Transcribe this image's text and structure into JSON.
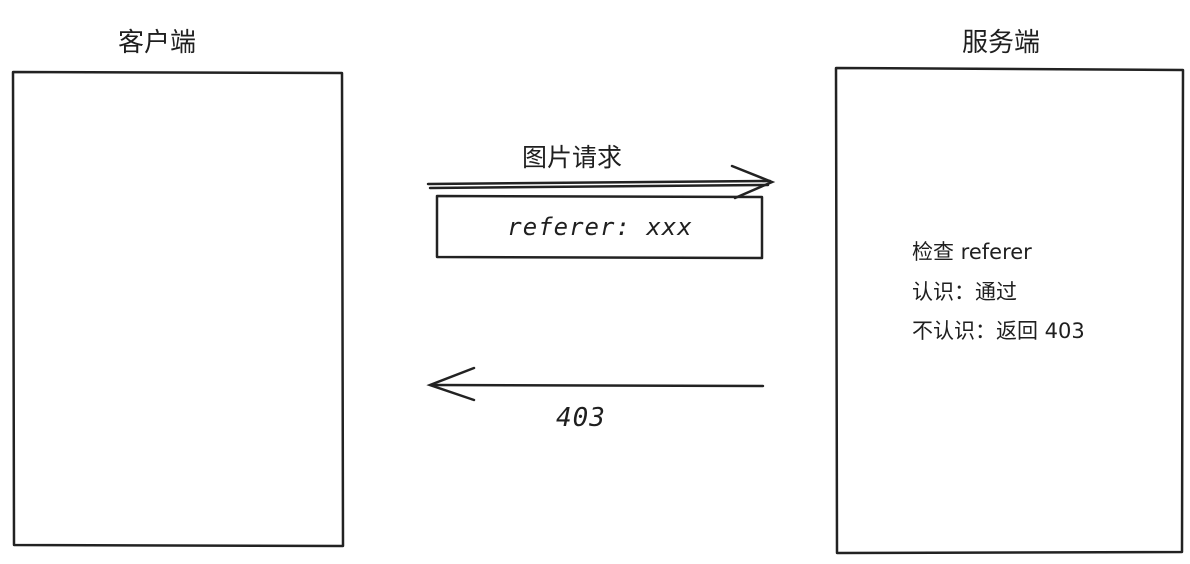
{
  "client": {
    "title": "客户端"
  },
  "server": {
    "title": "服务端",
    "notes": {
      "check": "检查 referer",
      "known": "认识：通过",
      "unknown": "不认识：返回 403"
    }
  },
  "request": {
    "label": "图片请求",
    "header": "referer: xxx"
  },
  "response": {
    "code": "403"
  }
}
